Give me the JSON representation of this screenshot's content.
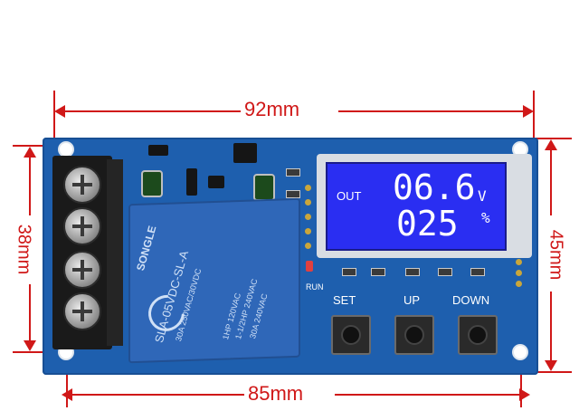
{
  "dimensions": {
    "top_width": "92mm",
    "bottom_width": "85mm",
    "left_height": "38mm",
    "right_height": "45mm"
  },
  "board": {
    "lcd": {
      "label_out": "OUT",
      "voltage_value": "06.6",
      "voltage_unit": "V",
      "percent_value": "025",
      "percent_unit": "%"
    },
    "buttons": [
      "SET",
      "UP",
      "DOWN"
    ],
    "silk_run": "RUN",
    "relay": {
      "brand": "SONGLE",
      "model": "SLA-05VDC-SL-A",
      "rating1": "30A 250VAC/30VDC",
      "rating2": "1HP 120VAC",
      "rating3": "1-1/2HP 240VAC",
      "rating4": "30A 240VAC"
    }
  },
  "colors": {
    "pcb": "#1e5fae",
    "dimension": "#d01818",
    "lcd": "#2a2ef2"
  }
}
